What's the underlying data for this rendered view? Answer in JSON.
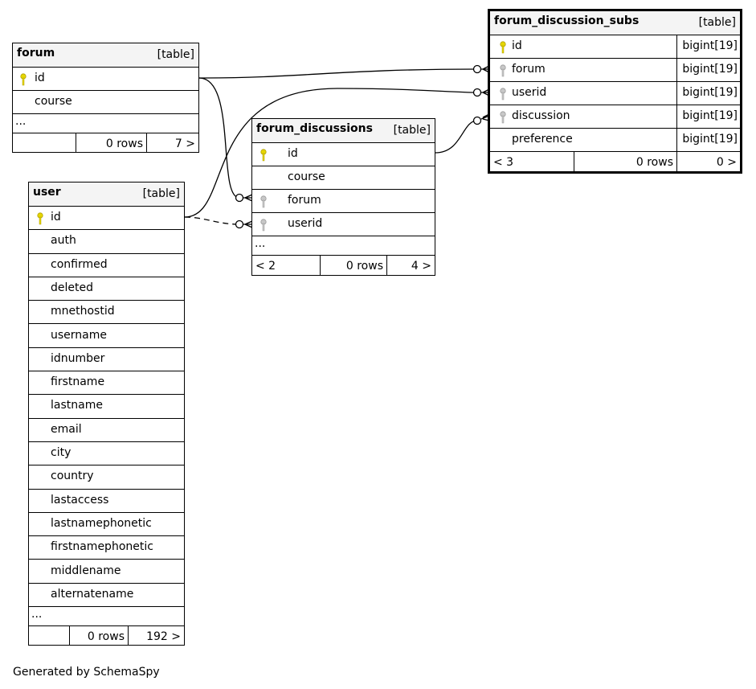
{
  "tables": {
    "forum": {
      "name": "forum",
      "kind": "[table]",
      "columns": [
        "id",
        "course"
      ],
      "more": "...",
      "footer": {
        "left": "",
        "rows": "0 rows",
        "right": "7 >"
      }
    },
    "user": {
      "name": "user",
      "kind": "[table]",
      "columns": [
        "id",
        "auth",
        "confirmed",
        "deleted",
        "mnethostid",
        "username",
        "idnumber",
        "firstname",
        "lastname",
        "email",
        "city",
        "country",
        "lastaccess",
        "lastnamephonetic",
        "firstnamephonetic",
        "middlename",
        "alternatename"
      ],
      "more": "...",
      "footer": {
        "left": "",
        "rows": "0 rows",
        "right": "192 >"
      }
    },
    "forum_discussions": {
      "name": "forum_discussions",
      "kind": "[table]",
      "columns": [
        "id",
        "course",
        "forum",
        "userid"
      ],
      "more": "...",
      "footer": {
        "left": "< 2",
        "rows": "0 rows",
        "right": "4 >"
      }
    },
    "forum_discussion_subs": {
      "name": "forum_discussion_subs",
      "kind": "[table]",
      "columns": [
        {
          "name": "id",
          "type": "bigint[19]"
        },
        {
          "name": "forum",
          "type": "bigint[19]"
        },
        {
          "name": "userid",
          "type": "bigint[19]"
        },
        {
          "name": "discussion",
          "type": "bigint[19]"
        },
        {
          "name": "preference",
          "type": "bigint[19]"
        }
      ],
      "footer": {
        "left": "< 3",
        "rows": "0 rows",
        "right": "0 >"
      }
    }
  },
  "colors": {
    "primary_key": "#e6d600",
    "foreign_key": "#b8b8b8",
    "header_bg": "#f4f4f4"
  },
  "generated_by": "Generated by SchemaSpy"
}
